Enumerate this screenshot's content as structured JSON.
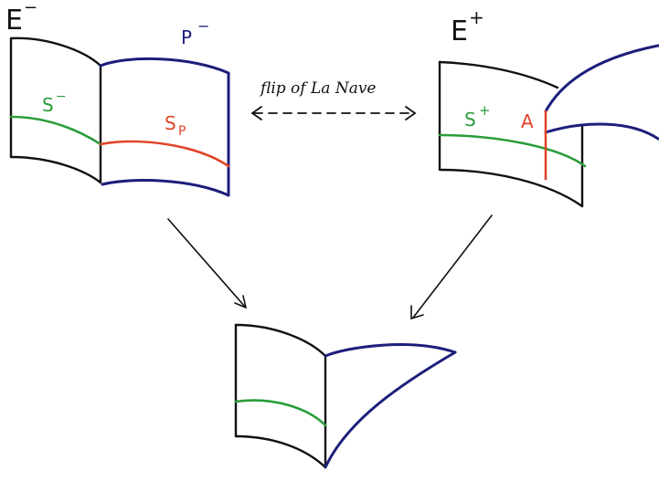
{
  "labels": {
    "e_minus": "E",
    "e_minus_sup": "−",
    "e_plus": "E",
    "e_plus_sup": "+",
    "p_minus": "P",
    "p_minus_sup": "−",
    "s_minus": "S",
    "s_minus_sup": "−",
    "s_p": "S",
    "s_p_sub": "P",
    "s_plus": "S",
    "s_plus_sup": "+",
    "a": "A",
    "flip": "flip of La Nave"
  },
  "colors": {
    "black": "#111111",
    "blue": "#1c1f7a",
    "green": "#2a9d3a",
    "red": "#e0452a"
  }
}
